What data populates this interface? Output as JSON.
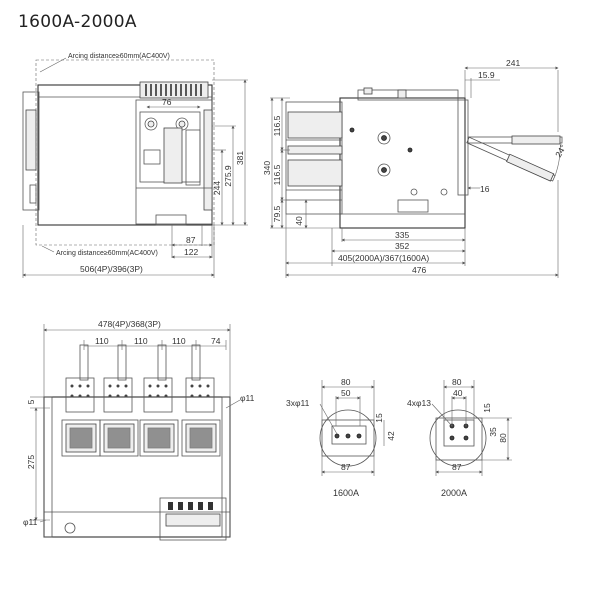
{
  "title": "1600A-2000A",
  "front_view": {
    "arc_top": "Arcing distance≥60mm(AC400V)",
    "arc_bottom": "Arcing distance≥60mm(AC400V)",
    "dim_76": "76",
    "dim_244": "244",
    "dim_275_9": "275.9",
    "dim_381": "381",
    "dim_87": "87",
    "dim_122": "122",
    "dim_width": "506(4P)/396(3P)"
  },
  "side_view": {
    "dim_241": "241",
    "dim_15_9": "15.9",
    "dim_116_5_top": "116.5",
    "dim_116_5_bot": "116.5",
    "dim_340": "340",
    "dim_79_5": "79.5",
    "dim_40": "40",
    "dim_16": "16",
    "dim_24deg": "24°",
    "dim_335": "335",
    "dim_352": "352",
    "dim_405": "405(2000A)/367(1600A)",
    "dim_476": "476"
  },
  "rear_view": {
    "dim_width": "478(4P)/368(3P)",
    "dim_110_a": "110",
    "dim_110_b": "110",
    "dim_110_c": "110",
    "dim_74": "74",
    "dim_5": "5",
    "dim_275": "275",
    "hole_top": "φ11",
    "hole_bottom": "φ11"
  },
  "terminal_1600": {
    "holes": "3xφ11",
    "dim_80": "80",
    "dim_50": "50",
    "dim_15": "15",
    "dim_42": "42",
    "dim_87": "87",
    "caption": "1600A"
  },
  "terminal_2000": {
    "holes": "4xφ13",
    "dim_80": "80",
    "dim_40": "40",
    "dim_15": "15",
    "dim_35": "35",
    "dim_80v": "80",
    "dim_87": "87",
    "caption": "2000A"
  }
}
